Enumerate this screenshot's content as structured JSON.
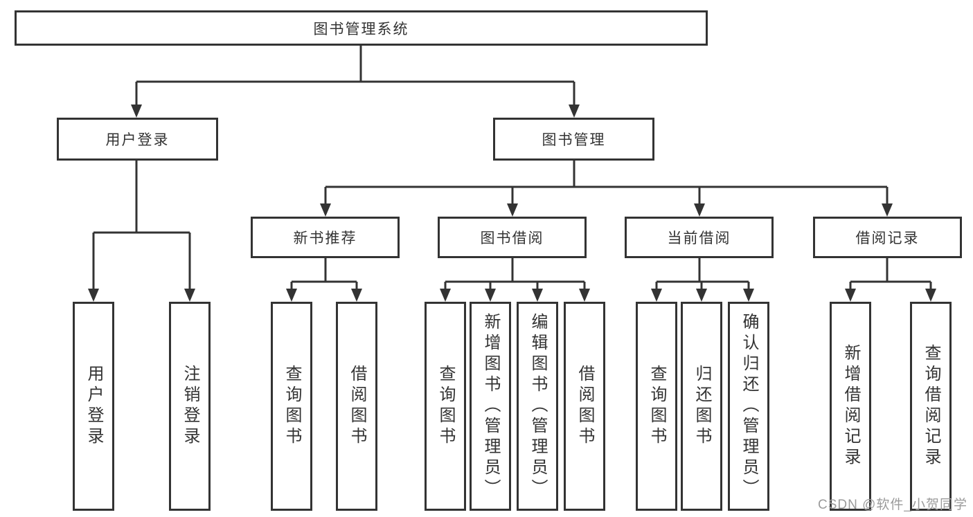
{
  "diagram": {
    "type": "org-chart",
    "title": "图书管理系统"
  },
  "tree": {
    "root": {
      "label": "图书管理系统",
      "children": [
        {
          "label": "用户登录",
          "children": [
            {
              "label": "用户登录"
            },
            {
              "label": "注销登录"
            }
          ]
        },
        {
          "label": "图书管理",
          "children": [
            {
              "label": "新书推荐",
              "children": [
                {
                  "label": "查询图书"
                },
                {
                  "label": "借阅图书"
                }
              ]
            },
            {
              "label": "图书借阅",
              "children": [
                {
                  "label": "查询图书"
                },
                {
                  "label": "新增图书（管理员）"
                },
                {
                  "label": "编辑图书（管理员）"
                },
                {
                  "label": "借阅图书"
                }
              ]
            },
            {
              "label": "当前借阅",
              "children": [
                {
                  "label": "查询图书"
                },
                {
                  "label": "归还图书"
                },
                {
                  "label": "确认归还（管理员）"
                }
              ]
            },
            {
              "label": "借阅记录",
              "children": [
                {
                  "label": "新增借阅记录"
                },
                {
                  "label": "查询借阅记录"
                }
              ]
            }
          ]
        }
      ]
    }
  },
  "watermark": {
    "text": "CSDN @软件_小贺同学"
  },
  "colors": {
    "line": "#333333",
    "box_border": "#333333",
    "text": "#333333",
    "background": "#ffffff",
    "watermark": "#9b9b9b"
  }
}
